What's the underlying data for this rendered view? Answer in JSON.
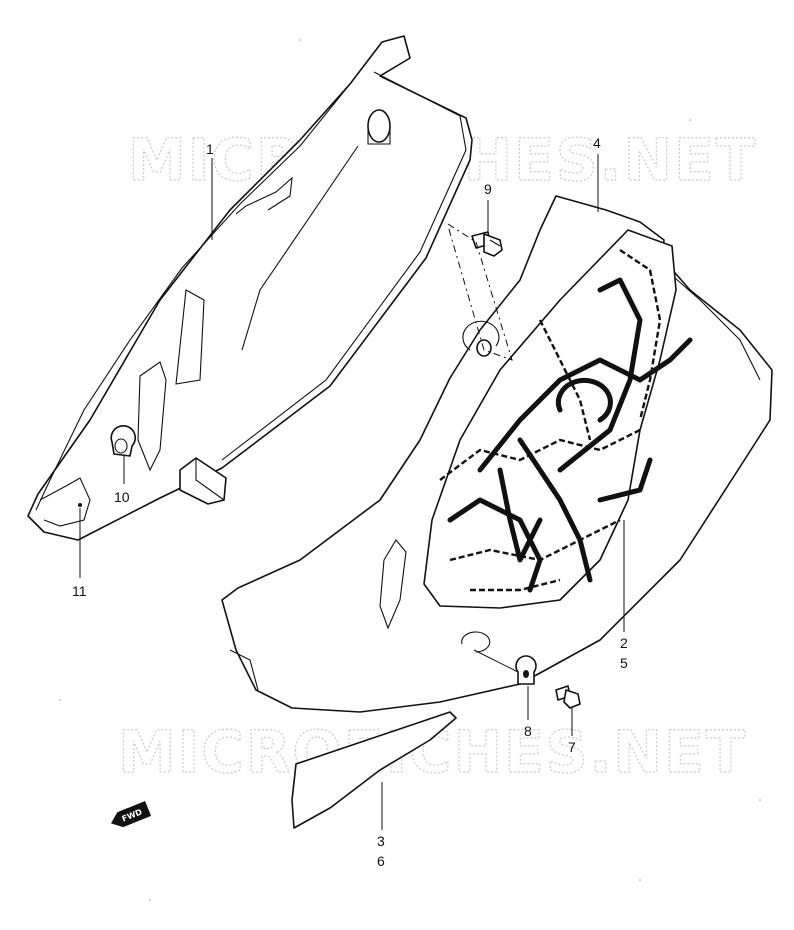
{
  "watermarks": [
    "MICROFICHES.NET",
    "MICROFICHES.NET"
  ],
  "callouts": [
    {
      "id": "1",
      "text": "1"
    },
    {
      "id": "4",
      "text": "4"
    },
    {
      "id": "9",
      "text": "9"
    },
    {
      "id": "10",
      "text": "10"
    },
    {
      "id": "11",
      "text": "11"
    },
    {
      "id": "2",
      "text": "2"
    },
    {
      "id": "5",
      "text": "5"
    },
    {
      "id": "8",
      "text": "8"
    },
    {
      "id": "7",
      "text": "7"
    },
    {
      "id": "3",
      "text": "3"
    },
    {
      "id": "6",
      "text": "6"
    }
  ],
  "fwd_badge": "FWD"
}
